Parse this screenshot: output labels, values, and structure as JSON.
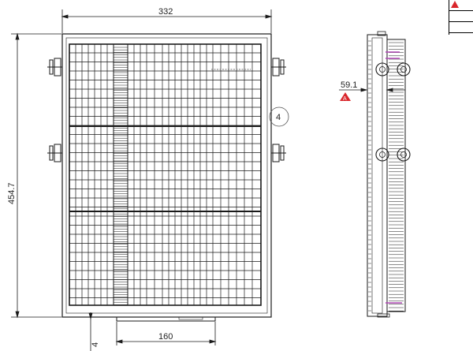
{
  "drawing": {
    "dim_width": "332",
    "dim_height": "454.7",
    "dim_bottom_width": "160",
    "dim_bottom_small": "4",
    "dim_side_offset": "59.1",
    "balloon_label": "4",
    "revision_mark": "A"
  },
  "colors": {
    "line": "#1a1a1a",
    "accent": "#d9262b",
    "magenta": "#b24ab7",
    "grid_light": "#9a9a9a"
  }
}
